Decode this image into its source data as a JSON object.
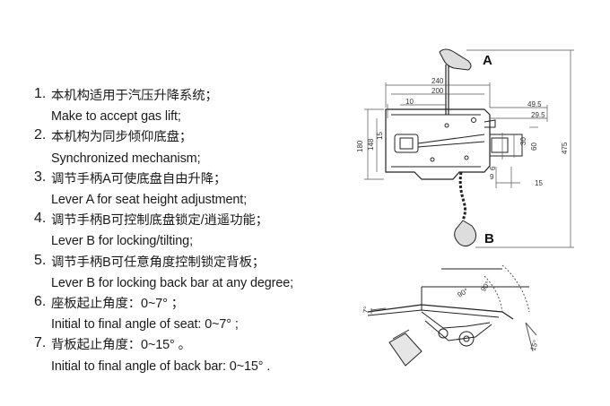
{
  "specs": [
    {
      "num": "1.",
      "zh": "本机构适用于汽压升降系统；",
      "en": "Make to accept gas lift;"
    },
    {
      "num": "2.",
      "zh": "本机构为同步倾仰底盘；",
      "en": "Synchronized mechanism;"
    },
    {
      "num": "3.",
      "zh": "调节手柄A可使底盘自由升降；",
      "en": "Lever A for seat height adjustment;"
    },
    {
      "num": "4.",
      "zh": "调节手柄B可控制底盘锁定/逍遥功能；",
      "en": "Lever B for locking/tilting;"
    },
    {
      "num": "5.",
      "zh": "调节手柄B可任意角度控制锁定背板；",
      "en": "Lever B for locking back bar at any degree;"
    },
    {
      "num": "6.",
      "zh": "座板起止角度：0~7° ；",
      "en": "Initial to final angle of seat: 0~7° ;"
    },
    {
      "num": "7.",
      "zh": "背板起止角度：0~15° 。",
      "en": "Initial to final angle of back bar: 0~15° ."
    }
  ],
  "drawing": {
    "lever_a_label": "A",
    "lever_b_label": "B",
    "dims": {
      "d240": "240",
      "d200": "200",
      "d10": "10",
      "d49_5": "49.5",
      "d29_5": "29.5",
      "d180": "180",
      "d148": "148",
      "d15": "15",
      "d30": "30",
      "d60": "60",
      "d475": "475",
      "d9": "9",
      "d15b": "15",
      "d6": "6"
    },
    "angles": {
      "a7": "7°",
      "a90_inner": "90°",
      "a90_outer": "90°",
      "a15": "15°"
    }
  }
}
